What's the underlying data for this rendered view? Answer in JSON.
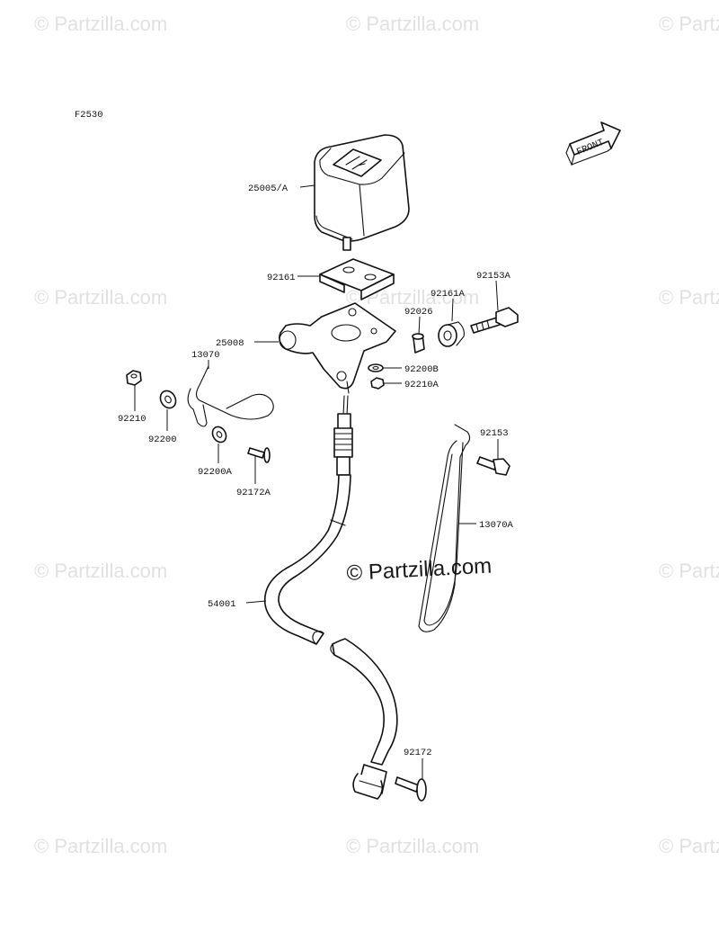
{
  "figure_code": "F2530",
  "direction_label": "FRONT",
  "watermark_small": "© Partzilla.com",
  "watermark_main": "© Partzilla.com",
  "parts": {
    "p25005A": "25005/A",
    "p92161": "92161",
    "p92153A": "92153A",
    "p92161A": "92161A",
    "p92026": "92026",
    "p25008": "25008",
    "p13070": "13070",
    "p92200B": "92200B",
    "p92210A": "92210A",
    "p92210": "92210",
    "p92200": "92200",
    "p92153": "92153",
    "p92200A": "92200A",
    "p92172A": "92172A",
    "p13070A": "13070A",
    "p54001": "54001",
    "p92172": "92172"
  }
}
